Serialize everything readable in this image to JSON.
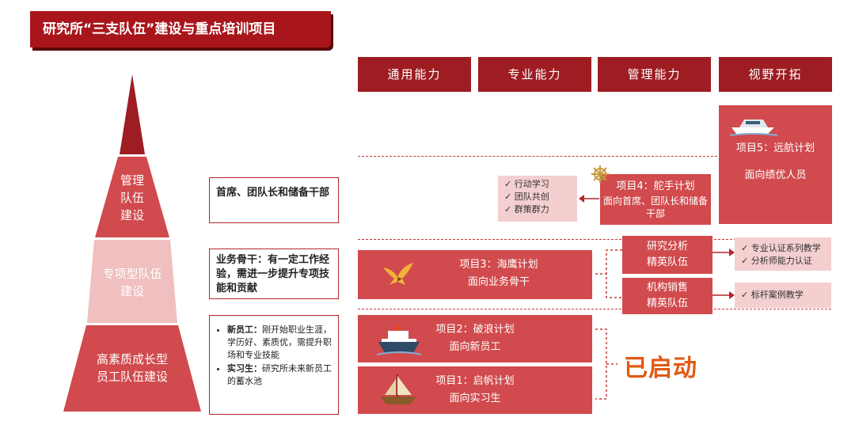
{
  "title": "研究所“三支队伍”建设与重点培训项目",
  "columns": [
    "通用能力",
    "专业能力",
    "管理能力",
    "视野开拓"
  ],
  "pyramid": {
    "top": "管理\n队伍\n建设",
    "middle": "专项型队伍\n建设",
    "bottom": "高素质成长型\n员工队伍建设"
  },
  "left_boxes": {
    "management": "首席、团队长和储备干部",
    "specialist": "业务骨干：有一定工作经验，需进一步提升专项技能和贡献",
    "newcomers": [
      {
        "label": "新员工：",
        "text": "刚开始职业生涯，学历好、素质优，需提升职场和专业技能"
      },
      {
        "label": "实习生：",
        "text": "研究所未来新员工的蓄水池"
      }
    ]
  },
  "projects": {
    "p5": {
      "line1": "项目5：远航计划",
      "line2": "面向绩优人员"
    },
    "p4": {
      "line1": "项目4：舵手计划",
      "line2": "面向首席、团队长和储备干部"
    },
    "p3": {
      "line1": "项目3：海鹰计划",
      "line2": "面向业务骨干"
    },
    "p2": {
      "line1": "项目2：破浪计划",
      "line2": "面向新员工"
    },
    "p1": {
      "line1": "项目1：启帆计划",
      "line2": "面向实习生"
    }
  },
  "p4_methods": [
    "✓ 行动学习",
    "✓ 团队共创",
    "✓ 群策群力"
  ],
  "teams": {
    "research": "研究分析\n精英队伍",
    "sales": "机构销售\n精英队伍"
  },
  "research_methods": [
    "✓ 专业认证系列教学",
    "✓ 分析师能力认证"
  ],
  "sales_methods": [
    "✓ 标杆案例教学"
  ],
  "started_label": "已启动",
  "colors": {
    "dark_red": "#9e1d22",
    "mid_red": "#d14a4d",
    "light_pink": "#f2d3d3",
    "accent_orange": "#e05a12"
  }
}
